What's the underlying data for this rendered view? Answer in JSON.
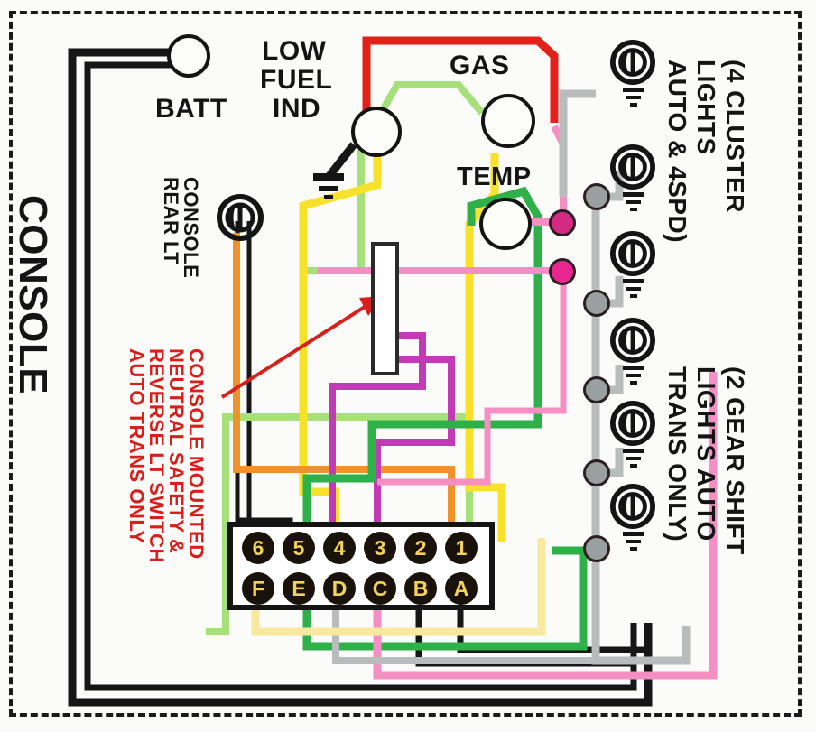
{
  "diagram": {
    "title": "CONSOLE",
    "edge_label": "CONSOLE",
    "labels": {
      "batt": "BATT",
      "low_fuel_ind_1": "LOW",
      "low_fuel_ind_2": "FUEL",
      "low_fuel_ind_3": "IND",
      "gas": "GAS",
      "temp": "TEMP",
      "console_rear_lt_1": "CONSOLE",
      "console_rear_lt_2": "REAR LT",
      "cluster_1": "(4 CLUSTER",
      "cluster_2": "LIGHTS",
      "cluster_3": "AUTO & 4SPD)",
      "gearshift_1": "(2 GEAR SHIFT",
      "gearshift_2": "LIGHTS AUTO",
      "gearshift_3": "TRANS ONLY)"
    },
    "annotation": {
      "line1": "CONSOLE MOUNTED",
      "line2": "NEUTRAL SAFETY &",
      "line3": "REVERSE LT SWITCH",
      "line4": "AUTO TRANS ONLY",
      "color": "#d7201c"
    },
    "connector": {
      "top_row": [
        "6",
        "5",
        "4",
        "3",
        "2",
        "1"
      ],
      "bottom_row": [
        "F",
        "E",
        "D",
        "C",
        "B",
        "A"
      ],
      "terminal_text_color": "#f4d25a",
      "terminal_fill": "#18120b"
    },
    "wire_colors": {
      "black": "#161616",
      "red": "#e32119",
      "yellow": "#f7e12a",
      "light_yellow": "#f9e9a0",
      "orange": "#f0922c",
      "light_green": "#a6e07a",
      "green": "#2fb14a",
      "pink": "#f58fc3",
      "magenta": "#c33bb4",
      "gray": "#b8bcbd",
      "white": "#ffffff",
      "hot_pink": "#e8268f"
    },
    "gauges": [
      {
        "name": "batt-terminal"
      },
      {
        "name": "low-fuel-indicator"
      },
      {
        "name": "gas-gauge"
      },
      {
        "name": "temp-gauge"
      }
    ],
    "cluster_lights_count": 4,
    "gear_shift_lights_count": 2,
    "bulb_symbol_name": "lamp-bulb-icon",
    "ground_symbol_name": "ground-icon"
  }
}
